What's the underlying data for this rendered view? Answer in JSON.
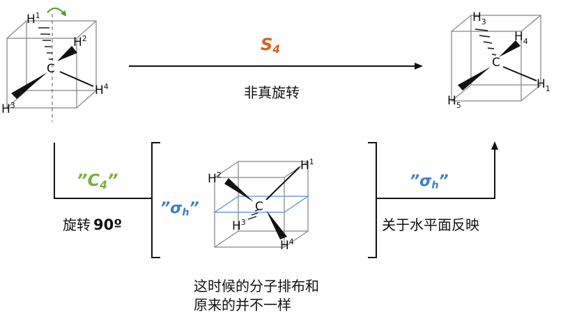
{
  "operations": {
    "s4": {
      "symbol": "S",
      "subscript": "4",
      "color": "#d4621a"
    },
    "c4": {
      "quote_open": "”",
      "symbol": "C",
      "subscript": "4",
      "quote_close": "”",
      "color": "#7ab03a"
    },
    "sigma_h_mid": {
      "quote_open": "”",
      "symbol": "σ",
      "subscript": "h",
      "quote_close": "”",
      "color": "#3e7ad0"
    },
    "sigma_h_right": {
      "quote_open": "”",
      "symbol": "σ",
      "subscript": "h",
      "quote_close": "”",
      "color": "#3e7ad0"
    }
  },
  "captions": {
    "improper_rotation": "非真旋转",
    "rotate_90": "旋转",
    "rotate_90_value": "90º",
    "reflect_horizontal": "关于水平面反映",
    "note_line1": "这时候的分子排布和",
    "note_line2": "原来的并不一样"
  },
  "molecules": {
    "left": {
      "center": "C",
      "h1": "H",
      "h1n": "1",
      "h2": "H",
      "h2n": "2",
      "h3": "H",
      "h3n": "3",
      "h4": "H",
      "h4n": "4"
    },
    "middle": {
      "center": "C",
      "h1": "H",
      "h1n": "1",
      "h2": "H",
      "h2n": "2",
      "h3": "H",
      "h3n": "3",
      "h4": "H",
      "h4n": "4"
    },
    "right": {
      "center": "C",
      "h3": "H",
      "h3n": "3",
      "h4": "H",
      "h4n": "4",
      "h1": "H",
      "h1n": "1",
      "h2": "H",
      "h2n": "5"
    }
  },
  "colors": {
    "curved_arrow": "#4a9a2a",
    "mirror_plane": "#6f9fd8"
  }
}
